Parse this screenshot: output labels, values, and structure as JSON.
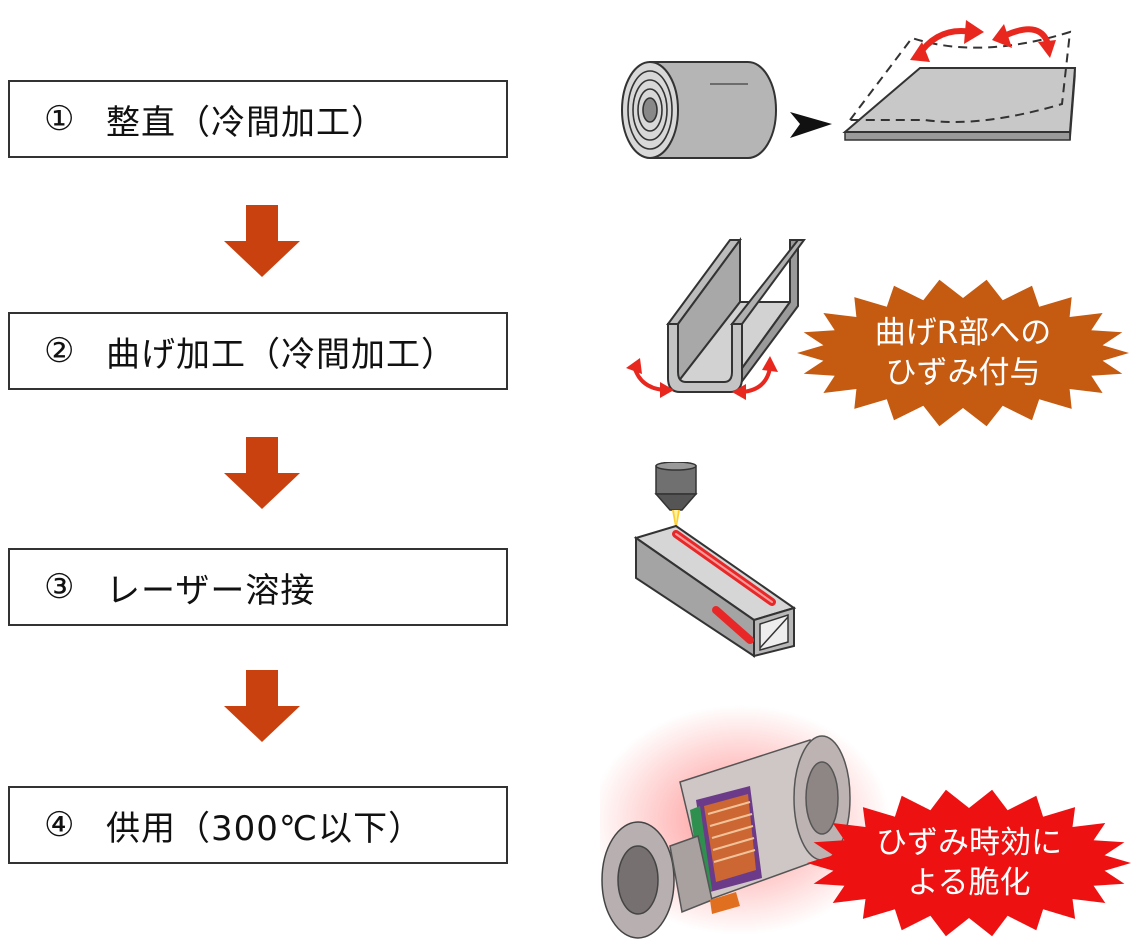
{
  "steps": [
    {
      "num": "①",
      "label": "整直（冷間加工）"
    },
    {
      "num": "②",
      "label": "曲げ加工（冷間加工）"
    },
    {
      "num": "③",
      "label": "レーザー溶接"
    },
    {
      "num": "④",
      "label": "供用（300℃以下）"
    }
  ],
  "callouts": {
    "strain_added": {
      "line1": "曲げR部への",
      "line2": "ひずみ付与",
      "color": "#c55a11"
    },
    "strain_aging": {
      "line1": "ひずみ時効に",
      "line2": "よる脆化",
      "color": "#ee1111"
    }
  },
  "colors": {
    "flow_arrow": "#c9410f",
    "bend_arrow": "#e8281e",
    "metal": "#c8c8c8",
    "weld": "#e82828"
  },
  "icons": [
    "coil-icon",
    "pointer-arrow-icon",
    "flat-sheet-icon",
    "u-channel-icon",
    "laser-nozzle-icon",
    "welded-tube-icon",
    "reactor-cutaway-icon"
  ]
}
